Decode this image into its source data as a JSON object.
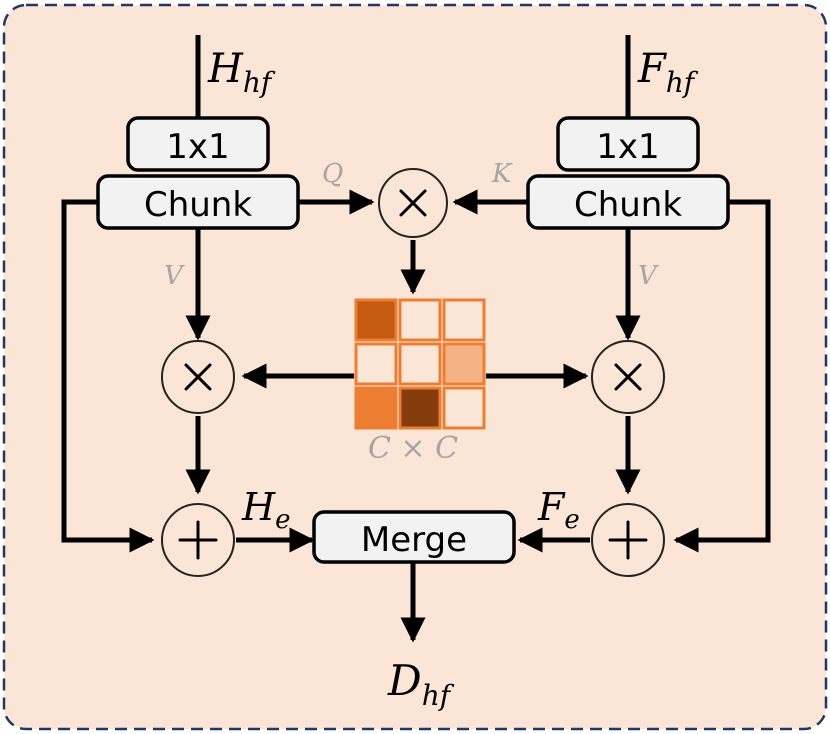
{
  "inputs": {
    "left": {
      "main": "H",
      "sub": "hf"
    },
    "right": {
      "main": "F",
      "sub": "hf"
    }
  },
  "blocks": {
    "conv_left": "1x1",
    "conv_right": "1x1",
    "chunk_left": "Chunk",
    "chunk_right": "Chunk",
    "merge": "Merge"
  },
  "edge_labels": {
    "q": "Q",
    "k": "K",
    "v_left": "V",
    "v_right": "V",
    "he": {
      "main": "H",
      "sub": "e"
    },
    "fe": {
      "main": "F",
      "sub": "e"
    }
  },
  "attention_matrix": {
    "caption": "C × C",
    "cells": [
      [
        "#c55a11",
        "#fbe5d6",
        "#fbe5d6"
      ],
      [
        "#fbe5d6",
        "#fbe5d6",
        "#f4b183"
      ],
      [
        "#ed7d31",
        "#843c0c",
        "#fbe5d6"
      ]
    ],
    "border_color": "#ed7d31"
  },
  "output": {
    "main": "D",
    "sub": "hf"
  },
  "colors": {
    "panel_fill": "#fbe5d6",
    "panel_border": "#203864",
    "box_fill": "#f2f2f2",
    "label_grey": "#a5a5a5"
  }
}
